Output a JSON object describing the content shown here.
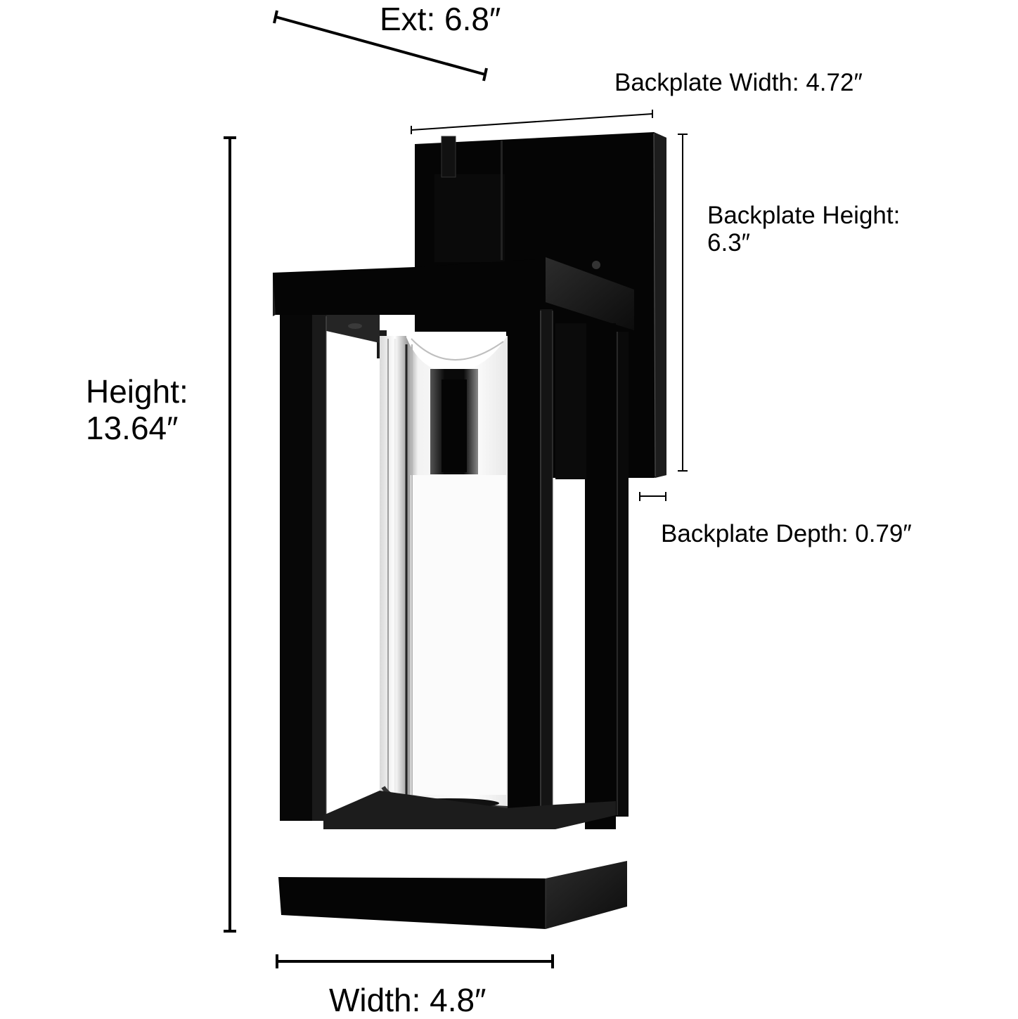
{
  "figure": {
    "subject": "Outdoor wall lantern with clear cylindrical glass shade and black square frame",
    "colors": {
      "background": "#ffffff",
      "fixture": "#050505",
      "fixture_highlight": "#2a2a2a",
      "glass_light": "#f4f4f4",
      "dimension_line": "#000000"
    }
  },
  "dimensions": {
    "extension": {
      "label": "Ext: 6.8″",
      "value": 6.8,
      "unit": "in"
    },
    "backplate_width": {
      "label": "Backplate Width: 4.72″",
      "value": 4.72,
      "unit": "in"
    },
    "backplate_height": {
      "line1": "Backplate Height:",
      "line2": "6.3″",
      "value": 6.3,
      "unit": "in"
    },
    "backplate_depth": {
      "label": "Backplate Depth: 0.79″",
      "value": 0.79,
      "unit": "in"
    },
    "height": {
      "line1": "Height:",
      "line2": "13.64″",
      "value": 13.64,
      "unit": "in"
    },
    "width": {
      "label": "Width: 4.8″",
      "value": 4.8,
      "unit": "in"
    }
  }
}
